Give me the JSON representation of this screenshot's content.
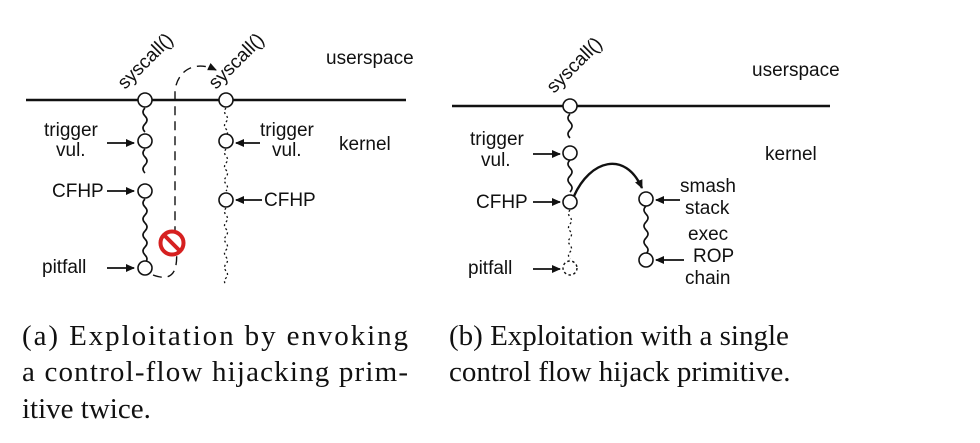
{
  "panel_a": {
    "syscall_1": "syscall()",
    "syscall_2": "syscall()",
    "userspace": "userspace",
    "kernel": "kernel",
    "trigger_line1": "trigger",
    "trigger_line2": "vul.",
    "trigger2_line1": "trigger",
    "trigger2_line2": "vul.",
    "cfhp": "CFHP",
    "cfhp2": "CFHP",
    "pitfall": "pitfall",
    "caption_line1": "(a) Exploitation by envoking",
    "caption_line2": "a control-flow hijacking prim-",
    "caption_line3": "itive twice."
  },
  "panel_b": {
    "syscall": "syscall()",
    "userspace": "userspace",
    "kernel": "kernel",
    "trigger_line1": "trigger",
    "trigger_line2": "vul.",
    "cfhp": "CFHP",
    "pitfall": "pitfall",
    "smash_line1": "smash",
    "smash_line2": "stack",
    "rop_line1": "exec",
    "rop_line2": "ROP",
    "rop_line3": "chain",
    "caption_line1": "(b) Exploitation with a single",
    "caption_line2": "control flow hijack primitive."
  },
  "icons": {
    "forbidden": "forbidden-icon",
    "forbidden_color": "#d62020"
  }
}
